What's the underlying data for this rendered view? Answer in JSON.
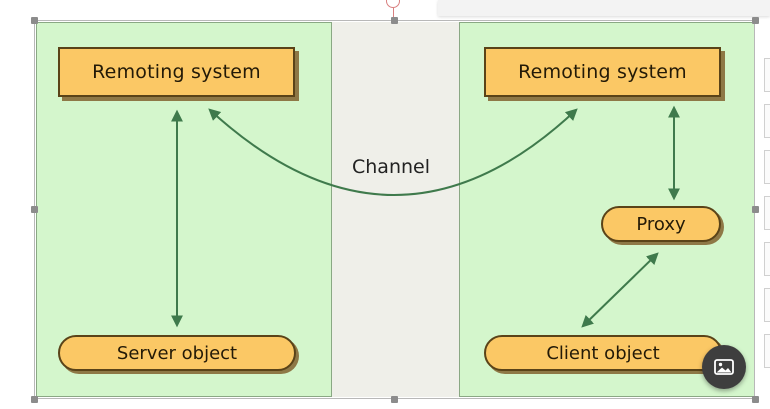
{
  "diagram": {
    "channel_label": "Channel",
    "left_panel": {
      "remoting_label": "Remoting system",
      "object_label": "Server object"
    },
    "right_panel": {
      "remoting_label": "Remoting system",
      "proxy_label": "Proxy",
      "object_label": "Client object"
    }
  },
  "colors": {
    "panel_green": "#d4f6cc",
    "channel_bg": "#efefe9",
    "box_fill": "#fbc865",
    "arrow": "#3f7a4c"
  },
  "icons": {
    "image_button": "image-icon"
  }
}
